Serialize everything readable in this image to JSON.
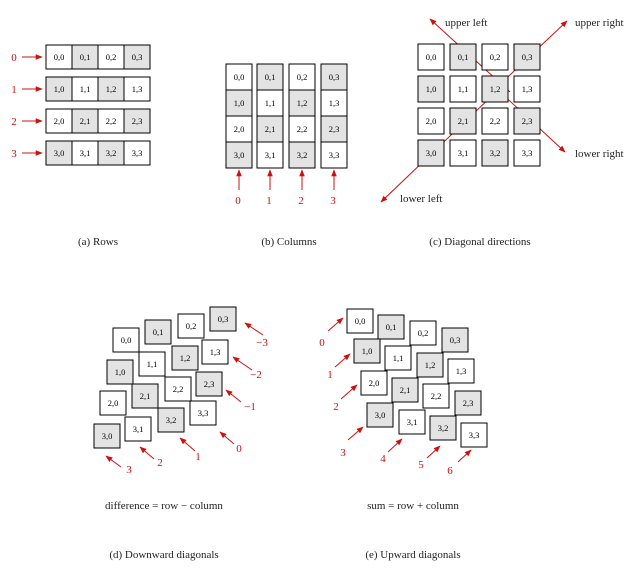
{
  "colors": {
    "shade": "#e3e3e3",
    "white": "#ffffff",
    "border": "#000000",
    "arrow": "#cc1111"
  },
  "figures": {
    "rows": {
      "caption": "(a) Rows",
      "row_labels": [
        "0",
        "1",
        "2",
        "3"
      ]
    },
    "columns": {
      "caption": "(b) Columns",
      "col_labels": [
        "0",
        "1",
        "2",
        "3"
      ]
    },
    "diagonal_directions": {
      "caption": "(c) Diagonal directions",
      "labels": {
        "upper_left": "upper left",
        "upper_right": "upper right",
        "lower_left": "lower left",
        "lower_right": "lower right"
      }
    },
    "downward": {
      "caption": "(d) Downward diagonals",
      "formula": "difference = row − column",
      "diag_labels": [
        "−3",
        "−2",
        "−1",
        "0",
        "1",
        "2",
        "3"
      ]
    },
    "upward": {
      "caption": "(e) Upward diagonals",
      "formula": "sum = row + column",
      "diag_labels": [
        "0",
        "1",
        "2",
        "3",
        "4",
        "5",
        "6"
      ]
    }
  },
  "cells": {
    "r0": [
      "0,0",
      "0,1",
      "0,2",
      "0,3"
    ],
    "r1": [
      "1,0",
      "1,1",
      "1,2",
      "1,3"
    ],
    "r2": [
      "2,0",
      "2,1",
      "2,2",
      "2,3"
    ],
    "r3": [
      "3,0",
      "3,1",
      "3,2",
      "3,3"
    ]
  }
}
